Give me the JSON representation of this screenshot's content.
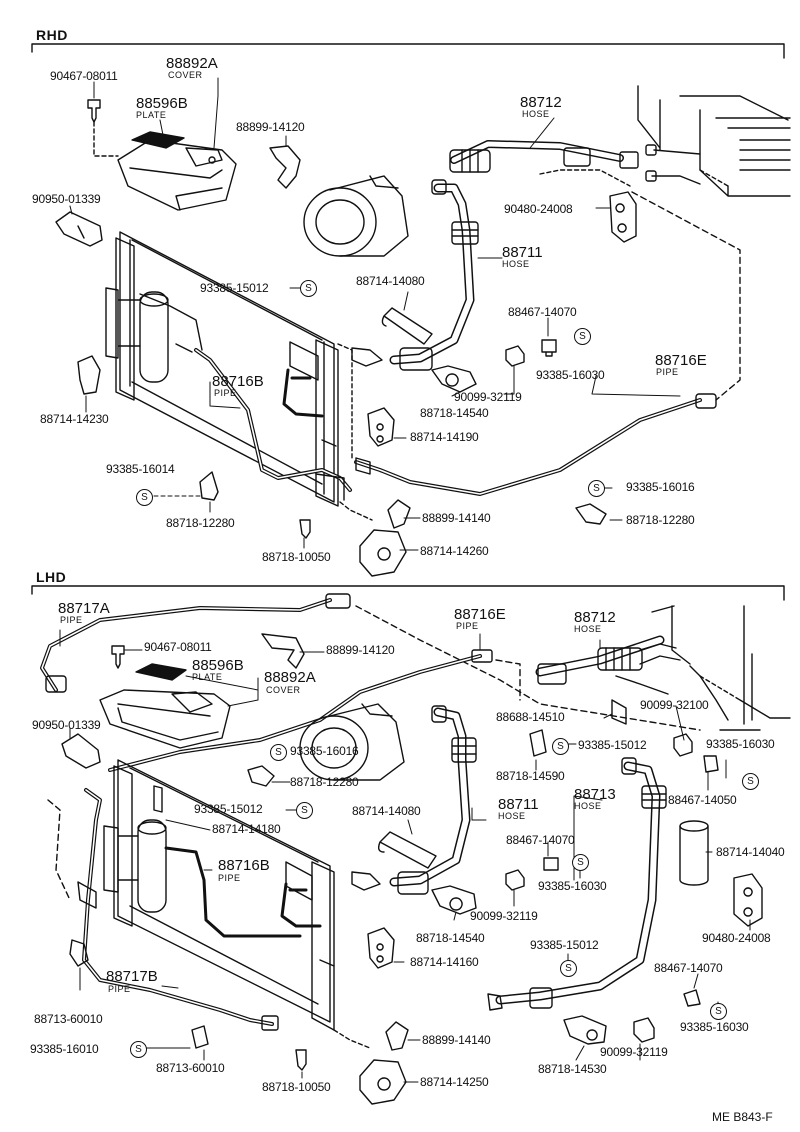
{
  "sections": {
    "rhd": "RHD",
    "lhd": "LHD"
  },
  "symbol": "S",
  "footer_code": "ME  B843-F",
  "rhd": {
    "clip_90467": "90467-08011",
    "cover_88892a": "88892A",
    "cover_word": "COVER",
    "plate_88596b": "88596B",
    "plate_word": "PLATE",
    "clip_88899_14120": "88899-14120",
    "bracket_90950": "90950-01339",
    "hose_88712": "88712",
    "hose_word": "HOSE",
    "cushion_90480": "90480-24008",
    "hose_88711": "88711",
    "hose_word_2": "HOSE",
    "oring_93385_15012": "93385-15012",
    "insulator_88714_14080": "88714-14080",
    "nut_88467_14070": "88467-14070",
    "oring_93385_16030": "93385-16030",
    "pipe_88716e": "88716E",
    "pipe_word": "PIPE",
    "pipe_88716b": "88716B",
    "pipe_word_2": "PIPE",
    "clamp_88714_14230": "88714-14230",
    "cushion_90099": "90099-32119",
    "clamp_88718_14540": "88718-14540",
    "clamp_88714_14190": "88714-14190",
    "oring_93385_16014": "93385-16014",
    "oring_93385_16016": "93385-16016",
    "clamp_88718_12280_a": "88718-12280",
    "clamp_88718_12280_b": "88718-12280",
    "clip_88899_14140": "88899-14140",
    "clamp_88718_10050": "88718-10050",
    "grommet_88714_14260": "88714-14260"
  },
  "lhd": {
    "pipe_88717a": "88717A",
    "pipe_word_a": "PIPE",
    "pipe_88716e": "88716E",
    "pipe_word_e": "PIPE",
    "hose_88712": "88712",
    "hose_word_12": "HOSE",
    "clip_90467": "90467-08011",
    "clip_88899_14120": "88899-14120",
    "plate_88596b": "88596B",
    "plate_word": "PLATE",
    "cover_88892a": "88892A",
    "cover_word": "COVER",
    "cushion_90099_32100": "90099-32100",
    "bracket_90950": "90950-01339",
    "bracket_88688": "88688-14510",
    "oring_93385_15012_r": "93385-15012",
    "oring_93385_16030_r": "93385-16030",
    "oring_93385_16016": "93385-16016",
    "clamp_88718_12280": "88718-12280",
    "clamp_88718_14590": "88718-14590",
    "nut_88467_14050": "88467-14050",
    "oring_93385_15012_l": "93385-15012",
    "clamp_88714_14180": "88714-14180",
    "insulator_88714_14080": "88714-14080",
    "hose_88711": "88711",
    "hose_word_11": "HOSE",
    "hose_88713": "88713",
    "hose_word_13": "HOSE",
    "insulator_88714_14040": "88714-14040",
    "nut_88467_14070": "88467-14070",
    "pipe_88716b": "88716B",
    "pipe_word_b": "PIPE",
    "oring_93385_16030": "93385-16030",
    "cushion_90099_32119": "90099-32119",
    "clamp_88718_14540": "88718-14540",
    "cushion_90480": "90480-24008",
    "clamp_88714_14160": "88714-14160",
    "oring_93385_15012_m": "93385-15012",
    "nut_88467_14070_b": "88467-14070",
    "pipe_88717b": "88717B",
    "pipe_word_717b": "PIPE",
    "fitting_88713_60010_a": "88713-60010",
    "oring_93385_16030_b": "93385-16030",
    "oring_93385_16010": "93385-16010",
    "fitting_88713_60010_b": "88713-60010",
    "clip_88899_14140": "88899-14140",
    "cushion_90099_32119_b": "90099-32119",
    "clamp_88718_14530": "88718-14530",
    "clamp_88718_10050": "88718-10050",
    "grommet_88714_14250": "88714-14250"
  }
}
